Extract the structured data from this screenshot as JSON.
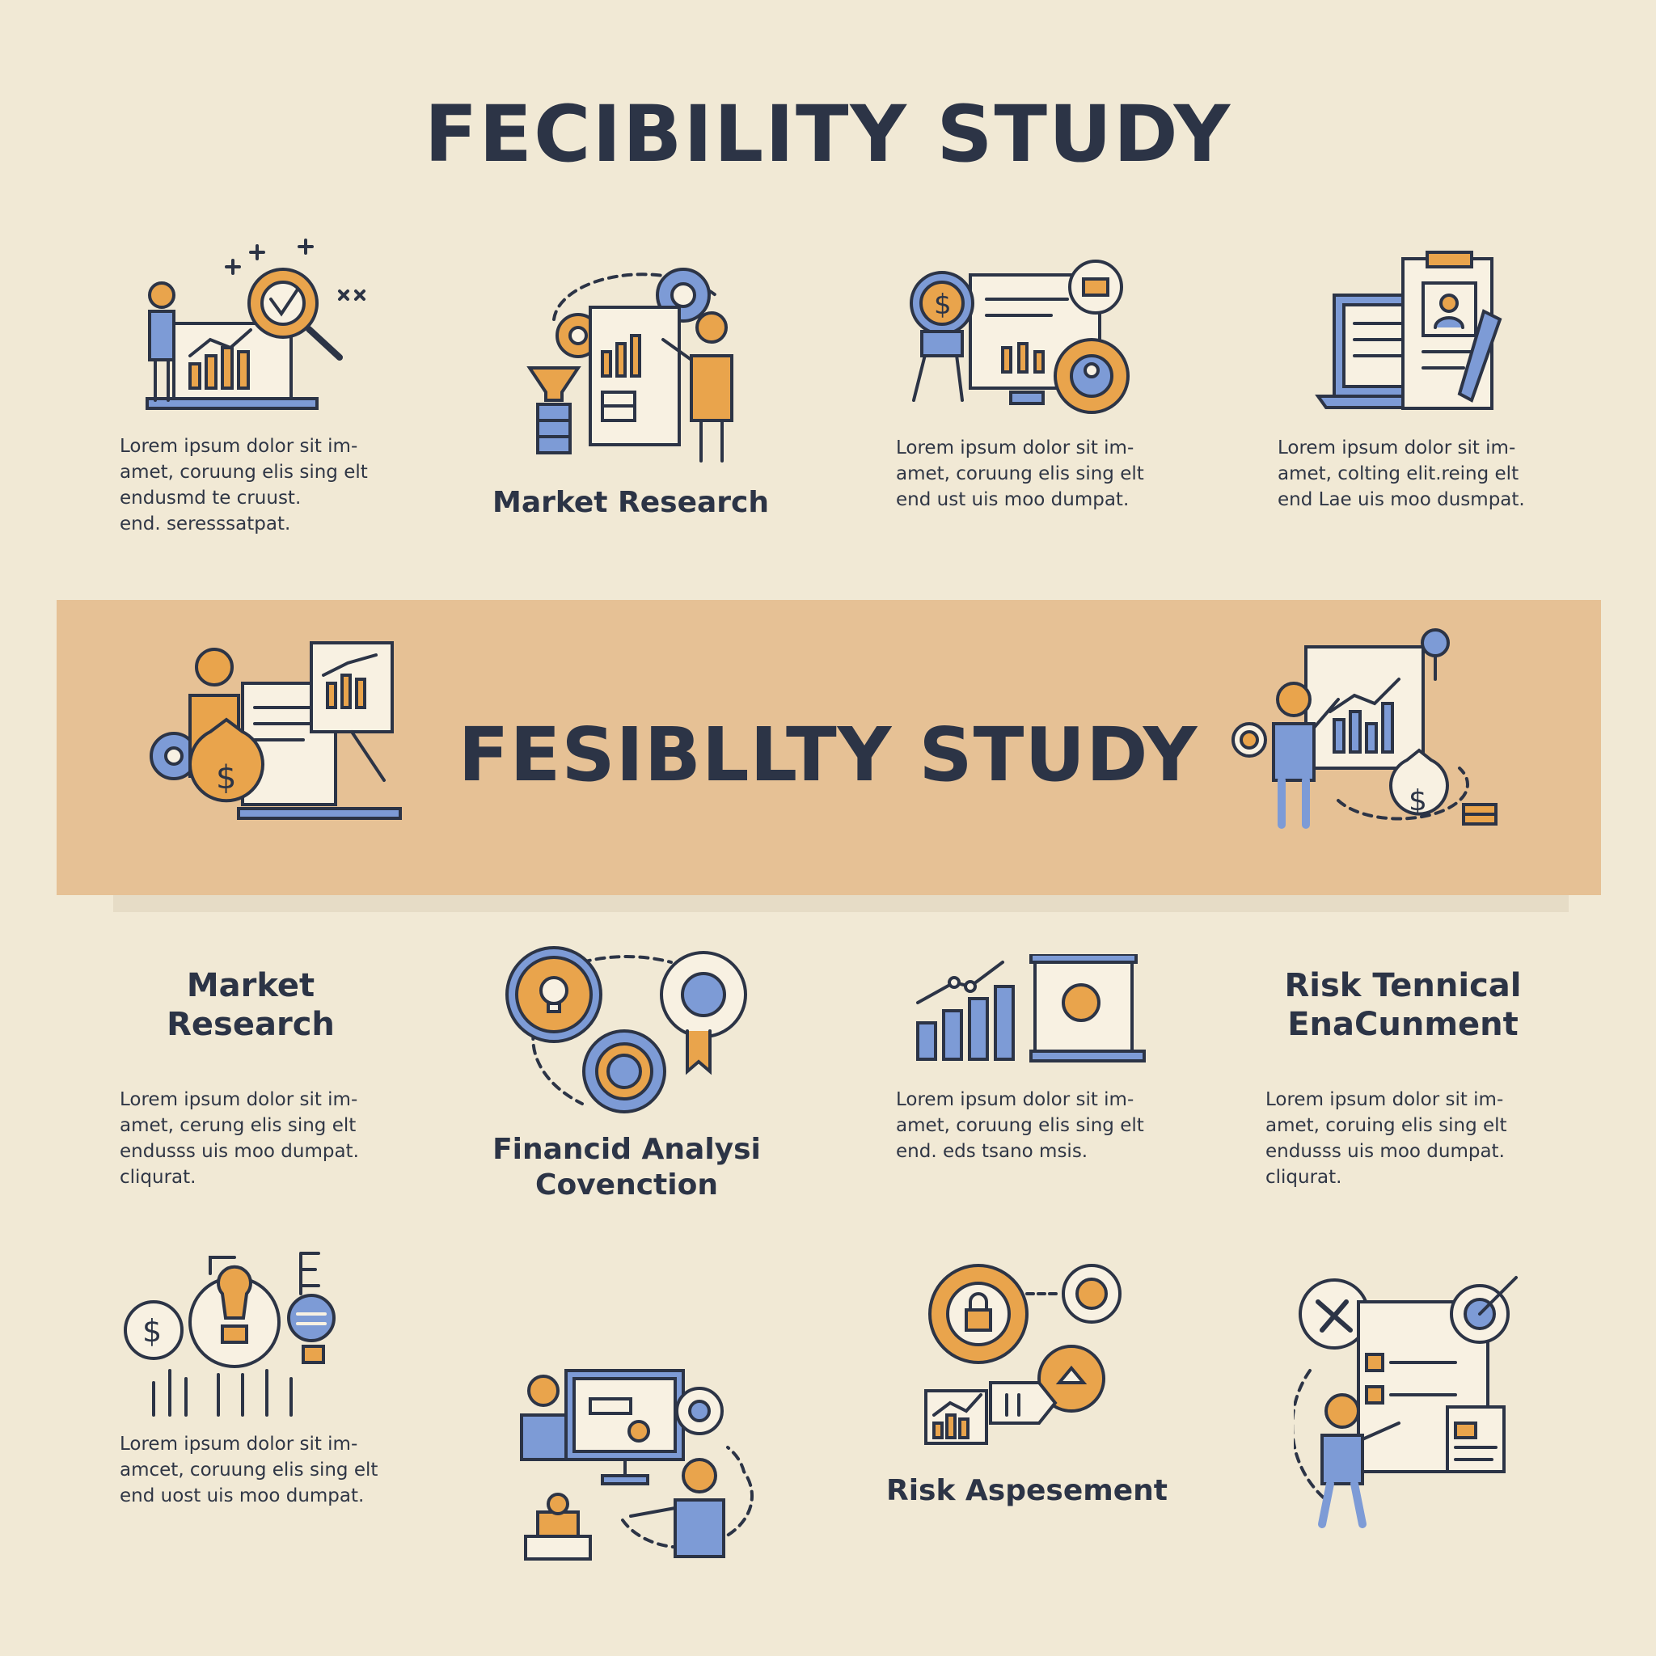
{
  "title": "FECIBILITY STUDY",
  "banner": {
    "title": "FESIBLLTY STUDY"
  },
  "colors": {
    "background": "#f1e9d5",
    "banner": "#e6c195",
    "orange": "#e9a44c",
    "blue": "#7d9bd6",
    "ink": "#2c3446"
  },
  "row1": {
    "desc1": "Lorem ipsum dolor sit im-\namet, coruung elis sing elt\nendusmd te cruust.\nend. seresssatpat.",
    "label2": "Market Research",
    "desc3": "Lorem ipsum dolor sit im-\namet, coruung elis sing elt\nend ust uis moo dumpat.",
    "desc4": "Lorem ipsum dolor sit im-\namet, colting elit.reing elt\nend Lae uis moo dusmpat."
  },
  "row2": {
    "label1": "Market\nResearch",
    "desc1": "Lorem ipsum dolor sit im-\namet, cerung elis sing elt\nendusss uis moo dumpat.\ncliqurat.",
    "label2": "Financid Analysi\nCovenction",
    "desc3": "Lorem ipsum dolor sit im-\namet, coruung elis sing elt\nend. eds tsano msis.",
    "label4": "Risk Tennical\nEnaCunment",
    "desc4": "Lorem ipsum dolor sit im-\namet, coruing elis sing elt\nendusss uis moo dumpat.\ncliqurat."
  },
  "row3": {
    "desc1": "Lorem ipsum dolor sit im-\namcet, coruung elis sing elt\nend uost uis moo dumpat.",
    "label3": "Risk Aspesement"
  }
}
